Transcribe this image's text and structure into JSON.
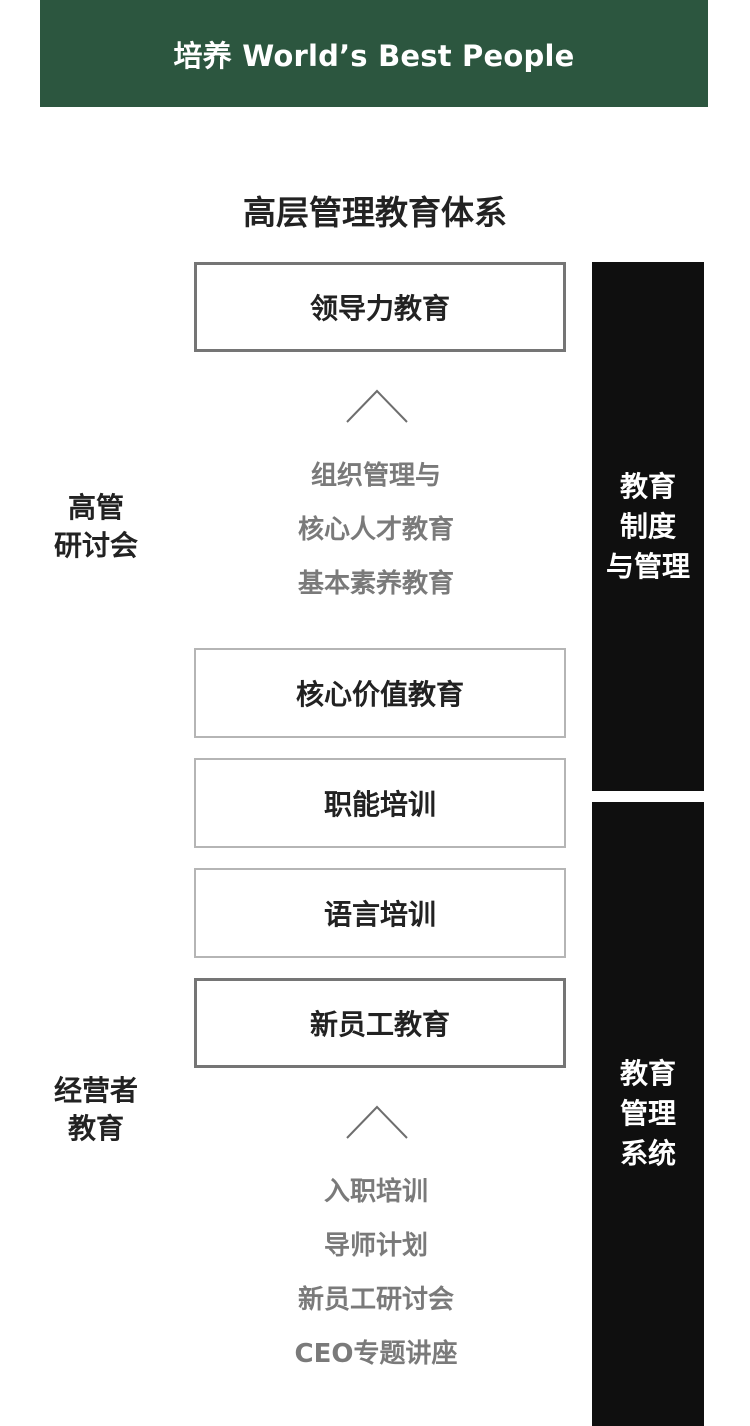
{
  "banner": {
    "text": "培养 World’s Best People",
    "background": "#2c563f"
  },
  "diagram": {
    "title": "高层管理教育体系",
    "boxes": [
      {
        "label": "领导力教育",
        "style": "strong"
      },
      {
        "label": "核心价值教育",
        "style": "light"
      },
      {
        "label": "职能培训",
        "style": "light"
      },
      {
        "label": "语言培训",
        "style": "light"
      },
      {
        "label": "新员工教育",
        "style": "strong"
      }
    ],
    "upper_sub_items": [
      "组织管理与",
      "核心人才教育",
      "基本素养教育"
    ],
    "lower_sub_items": [
      "入职培训",
      "导师计划",
      "新员工研讨会",
      "CEO专题讲座"
    ],
    "caret_icon": "chevron-up-icon"
  },
  "left_labels": {
    "upper": [
      "高管",
      "研讨会"
    ],
    "lower": [
      "经营者",
      "教育"
    ]
  },
  "right_rail": {
    "upper": [
      "教育",
      "制度",
      "与管理"
    ],
    "lower": [
      "教育",
      "管理",
      "系统"
    ],
    "color": "#0f0f0f"
  }
}
